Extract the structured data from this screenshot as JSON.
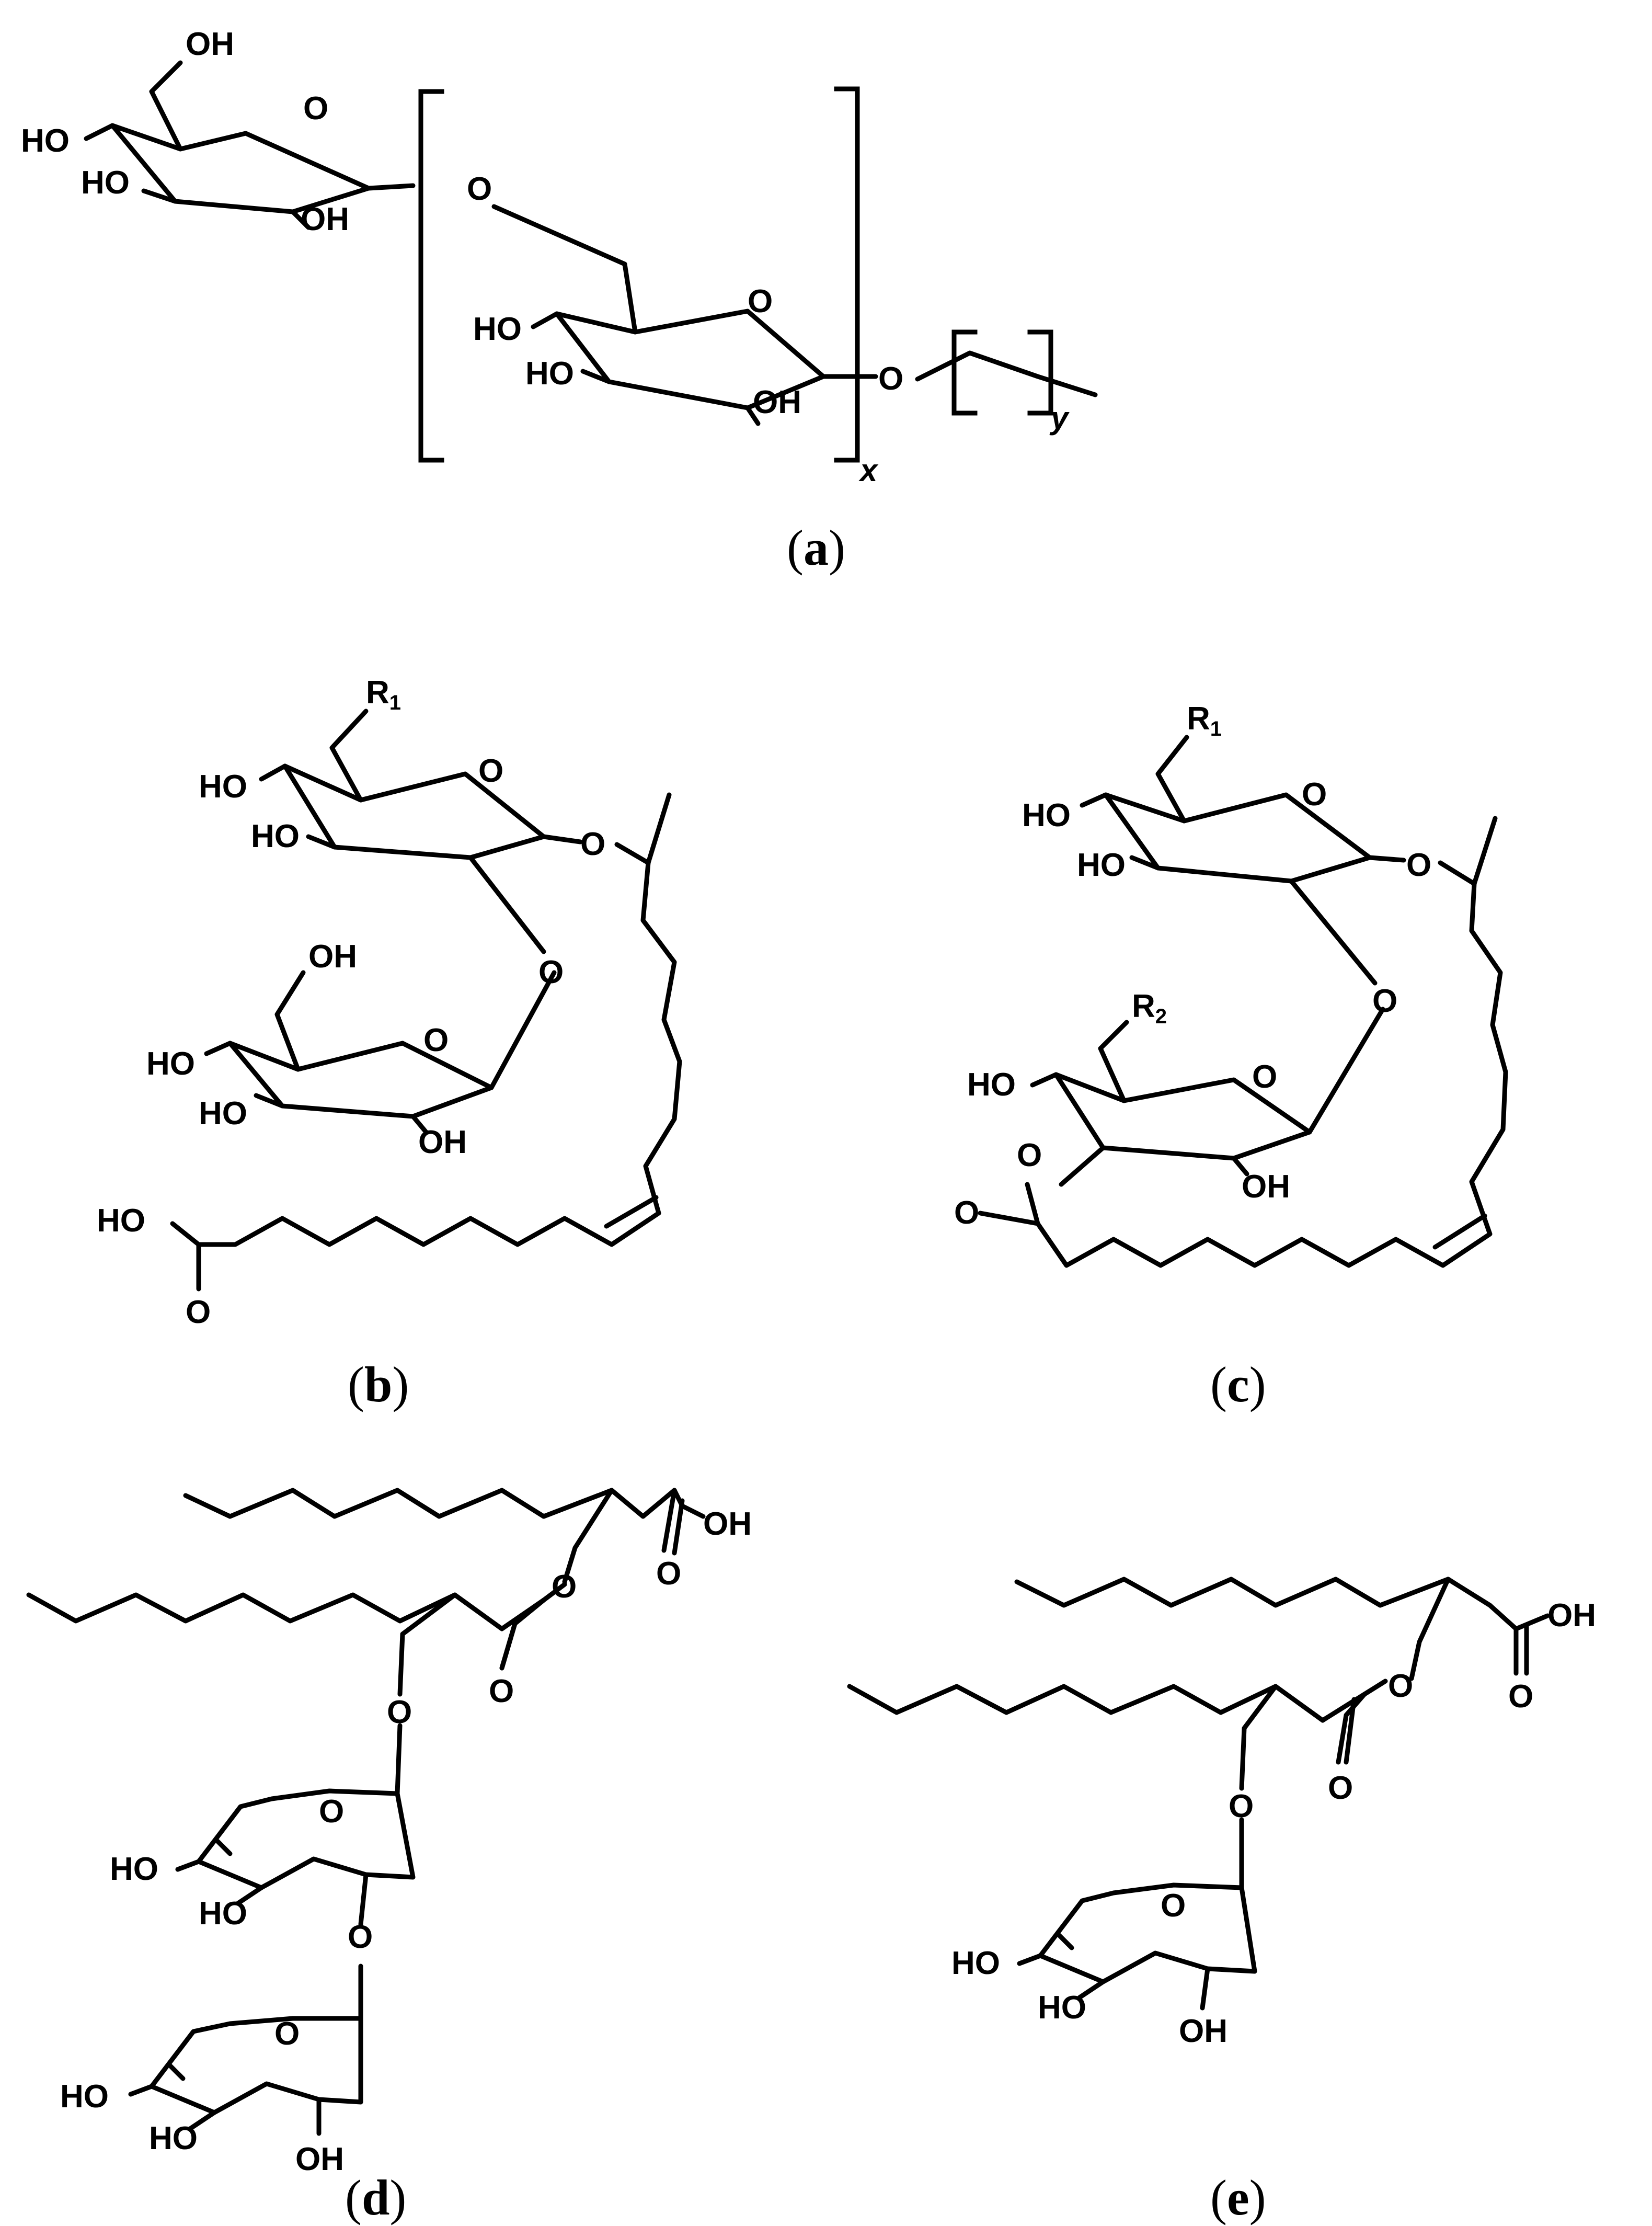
{
  "atoms": {
    "oh": "OH",
    "ho": "HO",
    "o": "O",
    "r": "R",
    "r1_sub": "1",
    "r2_sub": "2"
  },
  "indices": {
    "x": "x",
    "y": "y"
  },
  "captions": {
    "a": {
      "open": "(",
      "letter": "a",
      "close": ")"
    },
    "b": {
      "open": "(",
      "letter": "b",
      "close": ")"
    },
    "c": {
      "open": "(",
      "letter": "c",
      "close": ")"
    },
    "d": {
      "open": "(",
      "letter": "d",
      "close": ")"
    },
    "e": {
      "open": "(",
      "letter": "e",
      "close": ")"
    }
  }
}
